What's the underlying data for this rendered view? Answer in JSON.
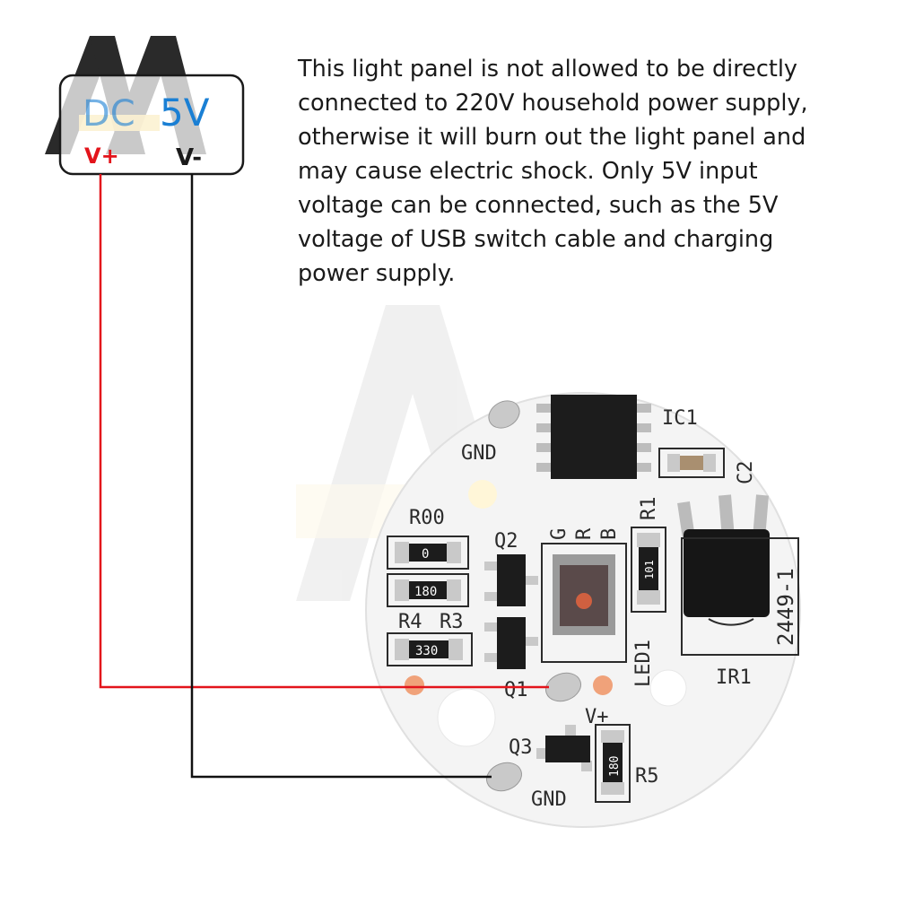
{
  "power_label": {
    "title_prefix": "DC",
    "title_voltage": "5V",
    "positive": "V+",
    "negative": "V-"
  },
  "warning_lines": [
    "This light panel is not allowed to be directly",
    "connected to 220V household power supply,",
    "otherwise it will burn out the light panel and",
    "may cause electric shock. Only 5V input",
    "voltage can be connected, such as the 5V",
    "voltage of USB switch cable and charging",
    "power supply."
  ],
  "board_labels": {
    "ic1": "IC1",
    "c2": "C2",
    "gnd_top": "GND",
    "r00": "R00",
    "r00_value": "0",
    "q2": "Q2",
    "g": "G",
    "r": "R",
    "b": "B",
    "r1": "R1",
    "r1_value": "101",
    "part_number": "2449-1",
    "r4_value": "180",
    "r4": "R4",
    "r3": "R3",
    "r3_value": "330",
    "led1": "LED1",
    "ir1": "IR1",
    "q1": "Q1",
    "v_plus": "V+",
    "q3": "Q3",
    "r5_value": "180",
    "r5": "R5",
    "gnd_bottom": "GND"
  },
  "colors": {
    "positive_wire": "#e3141b",
    "negative_wire": "#111111",
    "voltage_blue": "#1a7fd4",
    "pcb_white": "#f4f4f4",
    "pad_silver": "#c9c9c9",
    "chip_black": "#1c1c1c"
  }
}
